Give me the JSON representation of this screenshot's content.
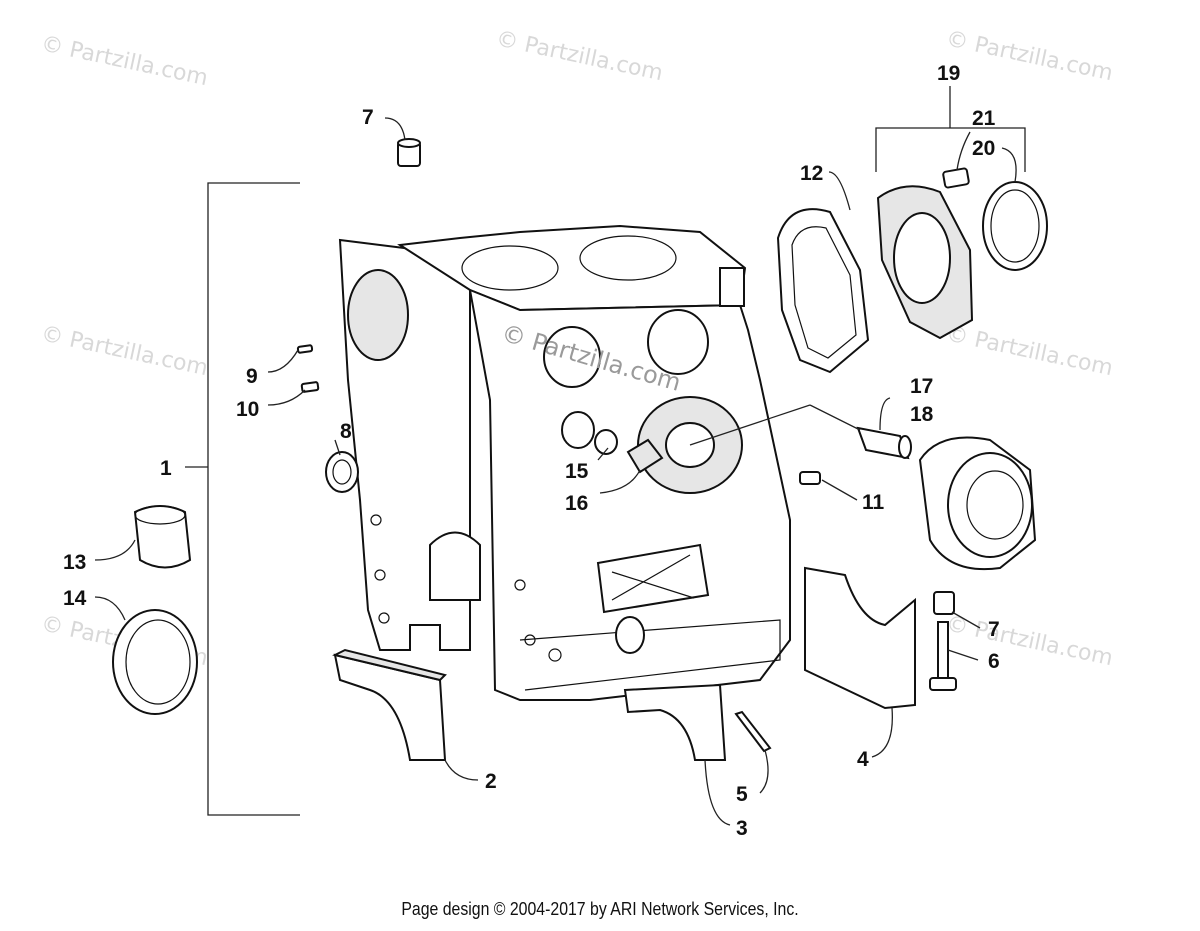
{
  "watermark": "© Partzilla.com",
  "center_watermark": "© Partzilla.com",
  "callouts": {
    "c1": "1",
    "c2": "2",
    "c3": "3",
    "c4": "4",
    "c5": "5",
    "c6": "6",
    "c7a": "7",
    "c7b": "7",
    "c8": "8",
    "c9": "9",
    "c10": "10",
    "c11": "11",
    "c12": "12",
    "c13": "13",
    "c14": "14",
    "c15": "15",
    "c16": "16",
    "c17": "17",
    "c18": "18",
    "c19": "19",
    "c20": "20",
    "c21": "21"
  },
  "footer": "Page design © 2004-2017 by ARI Network Services, Inc."
}
